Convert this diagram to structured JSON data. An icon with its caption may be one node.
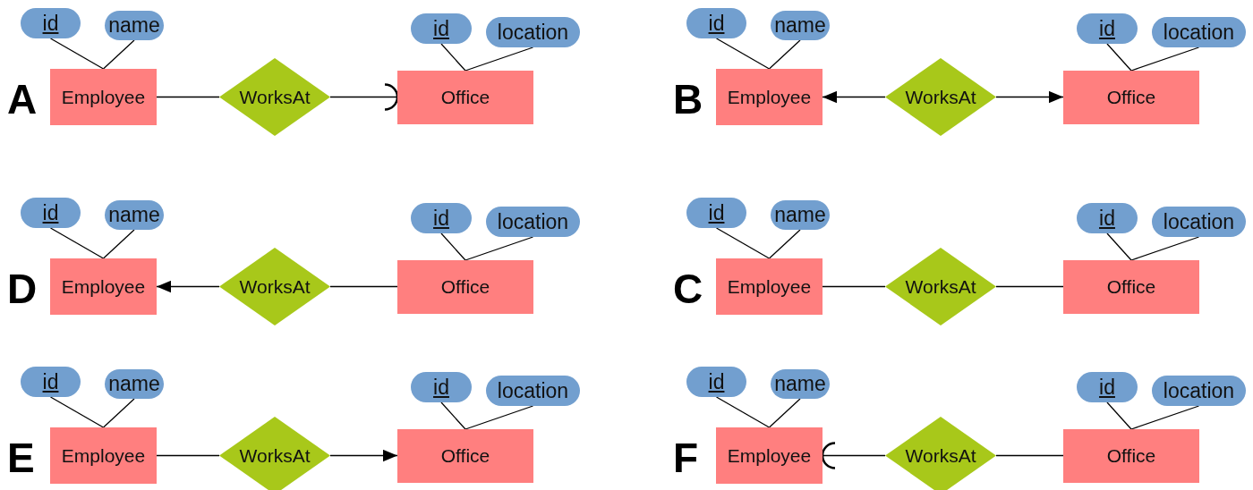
{
  "diagram": {
    "nodes": [
      {
        "text": [
          "id"
        ]
      },
      {
        "text": [
          "name"
        ]
      },
      {
        "text": [
          "Employee"
        ]
      },
      {
        "text": [
          "WorksAt"
        ]
      },
      {
        "text": [
          "id"
        ]
      },
      {
        "text": [
          "location"
        ]
      },
      {
        "text": [
          "Office"
        ]
      },
      {
        "text": [
          "id"
        ]
      },
      {
        "text": [
          "name"
        ]
      },
      {
        "text": [
          "Employee"
        ]
      },
      {
        "text": [
          "WorksAt"
        ]
      },
      {
        "text": [
          "id"
        ]
      },
      {
        "text": [
          "location"
        ]
      },
      {
        "text": [
          "Office"
        ]
      },
      {
        "text": [
          "id"
        ]
      },
      {
        "text": [
          "name"
        ]
      },
      {
        "text": [
          "Employee"
        ]
      },
      {
        "text": [
          "WorksAt"
        ]
      },
      {
        "text": [
          "id"
        ]
      },
      {
        "text": [
          "location"
        ]
      },
      {
        "text": [
          "Office"
        ]
      },
      {
        "text": [
          "id"
        ]
      },
      {
        "text": [
          "name"
        ]
      },
      {
        "text": [
          "Employee"
        ]
      },
      {
        "text": [
          "WorksAt"
        ]
      },
      {
        "text": [
          "id"
        ]
      },
      {
        "text": [
          "location"
        ]
      },
      {
        "text": [
          "Office"
        ]
      },
      {
        "text": [
          "id"
        ]
      },
      {
        "text": [
          "name"
        ]
      },
      {
        "text": [
          "Employee"
        ]
      },
      {
        "text": [
          "WorksAt"
        ]
      },
      {
        "text": [
          "id"
        ]
      },
      {
        "text": [
          "location"
        ]
      },
      {
        "text": [
          "Office"
        ]
      },
      {
        "text": [
          "id"
        ]
      },
      {
        "text": [
          "name"
        ]
      },
      {
        "text": [
          "Employee"
        ]
      },
      {
        "text": [
          "WorksAt"
        ]
      },
      {
        "text": [
          "id"
        ]
      },
      {
        "text": [
          "location"
        ]
      },
      {
        "text": [
          "Office"
        ]
      }
    ],
    "edges": [
      {
        "from": 0,
        "to": 2,
        "arrow": "none"
      },
      {
        "from": 1,
        "to": 2,
        "arrow": "none"
      },
      {
        "from": 4,
        "to": 6,
        "arrow": "none"
      },
      {
        "from": 5,
        "to": 6,
        "arrow": "none"
      },
      {
        "from": 2,
        "to": 3,
        "arrow": "none"
      },
      {
        "from": 3,
        "to": 6,
        "arrow": "other"
      },
      {
        "from": 7,
        "to": 9,
        "arrow": "none"
      },
      {
        "from": 8,
        "to": 9,
        "arrow": "none"
      },
      {
        "from": 11,
        "to": 13,
        "arrow": "none"
      },
      {
        "from": 12,
        "to": 13,
        "arrow": "none"
      },
      {
        "from": 10,
        "to": 9,
        "arrow": "to"
      },
      {
        "from": 10,
        "to": 13,
        "arrow": "to"
      },
      {
        "from": 14,
        "to": 16,
        "arrow": "none"
      },
      {
        "from": 15,
        "to": 16,
        "arrow": "none"
      },
      {
        "from": 18,
        "to": 20,
        "arrow": "none"
      },
      {
        "from": 19,
        "to": 20,
        "arrow": "none"
      },
      {
        "from": 17,
        "to": 16,
        "arrow": "to"
      },
      {
        "from": 17,
        "to": 20,
        "arrow": "none"
      },
      {
        "from": 21,
        "to": 23,
        "arrow": "none"
      },
      {
        "from": 22,
        "to": 23,
        "arrow": "none"
      },
      {
        "from": 25,
        "to": 27,
        "arrow": "none"
      },
      {
        "from": 26,
        "to": 27,
        "arrow": "none"
      },
      {
        "from": 23,
        "to": 24,
        "arrow": "none"
      },
      {
        "from": 24,
        "to": 27,
        "arrow": "none"
      },
      {
        "from": 28,
        "to": 30,
        "arrow": "none"
      },
      {
        "from": 29,
        "to": 30,
        "arrow": "none"
      },
      {
        "from": 32,
        "to": 34,
        "arrow": "none"
      },
      {
        "from": 33,
        "to": 34,
        "arrow": "none"
      },
      {
        "from": 30,
        "to": 31,
        "arrow": "none"
      },
      {
        "from": 31,
        "to": 34,
        "arrow": "to"
      },
      {
        "from": 35,
        "to": 37,
        "arrow": "none"
      },
      {
        "from": 36,
        "to": 37,
        "arrow": "none"
      },
      {
        "from": 39,
        "to": 41,
        "arrow": "none"
      },
      {
        "from": 40,
        "to": 41,
        "arrow": "none"
      },
      {
        "from": 38,
        "to": 37,
        "arrow": "other"
      },
      {
        "from": 38,
        "to": 41,
        "arrow": "none"
      }
    ],
    "labels": [
      "A",
      "B",
      "D",
      "C",
      "E",
      "F"
    ]
  }
}
